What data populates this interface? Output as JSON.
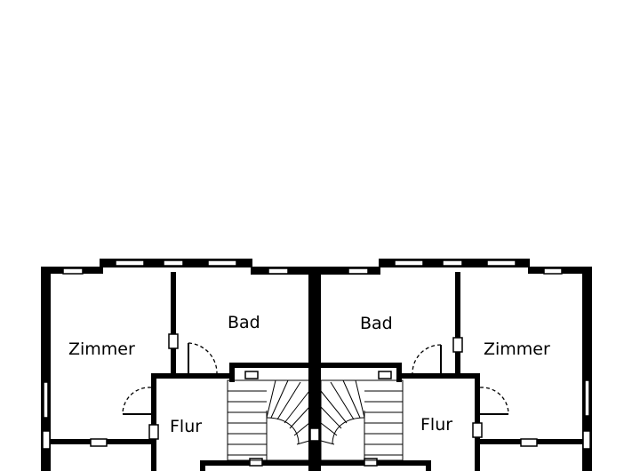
{
  "labels": {
    "left_room": "Zimmer",
    "left_bath": "Bad",
    "left_hall": "Flur",
    "right_bath": "Bad",
    "right_room": "Zimmer",
    "right_hall": "Flur"
  }
}
